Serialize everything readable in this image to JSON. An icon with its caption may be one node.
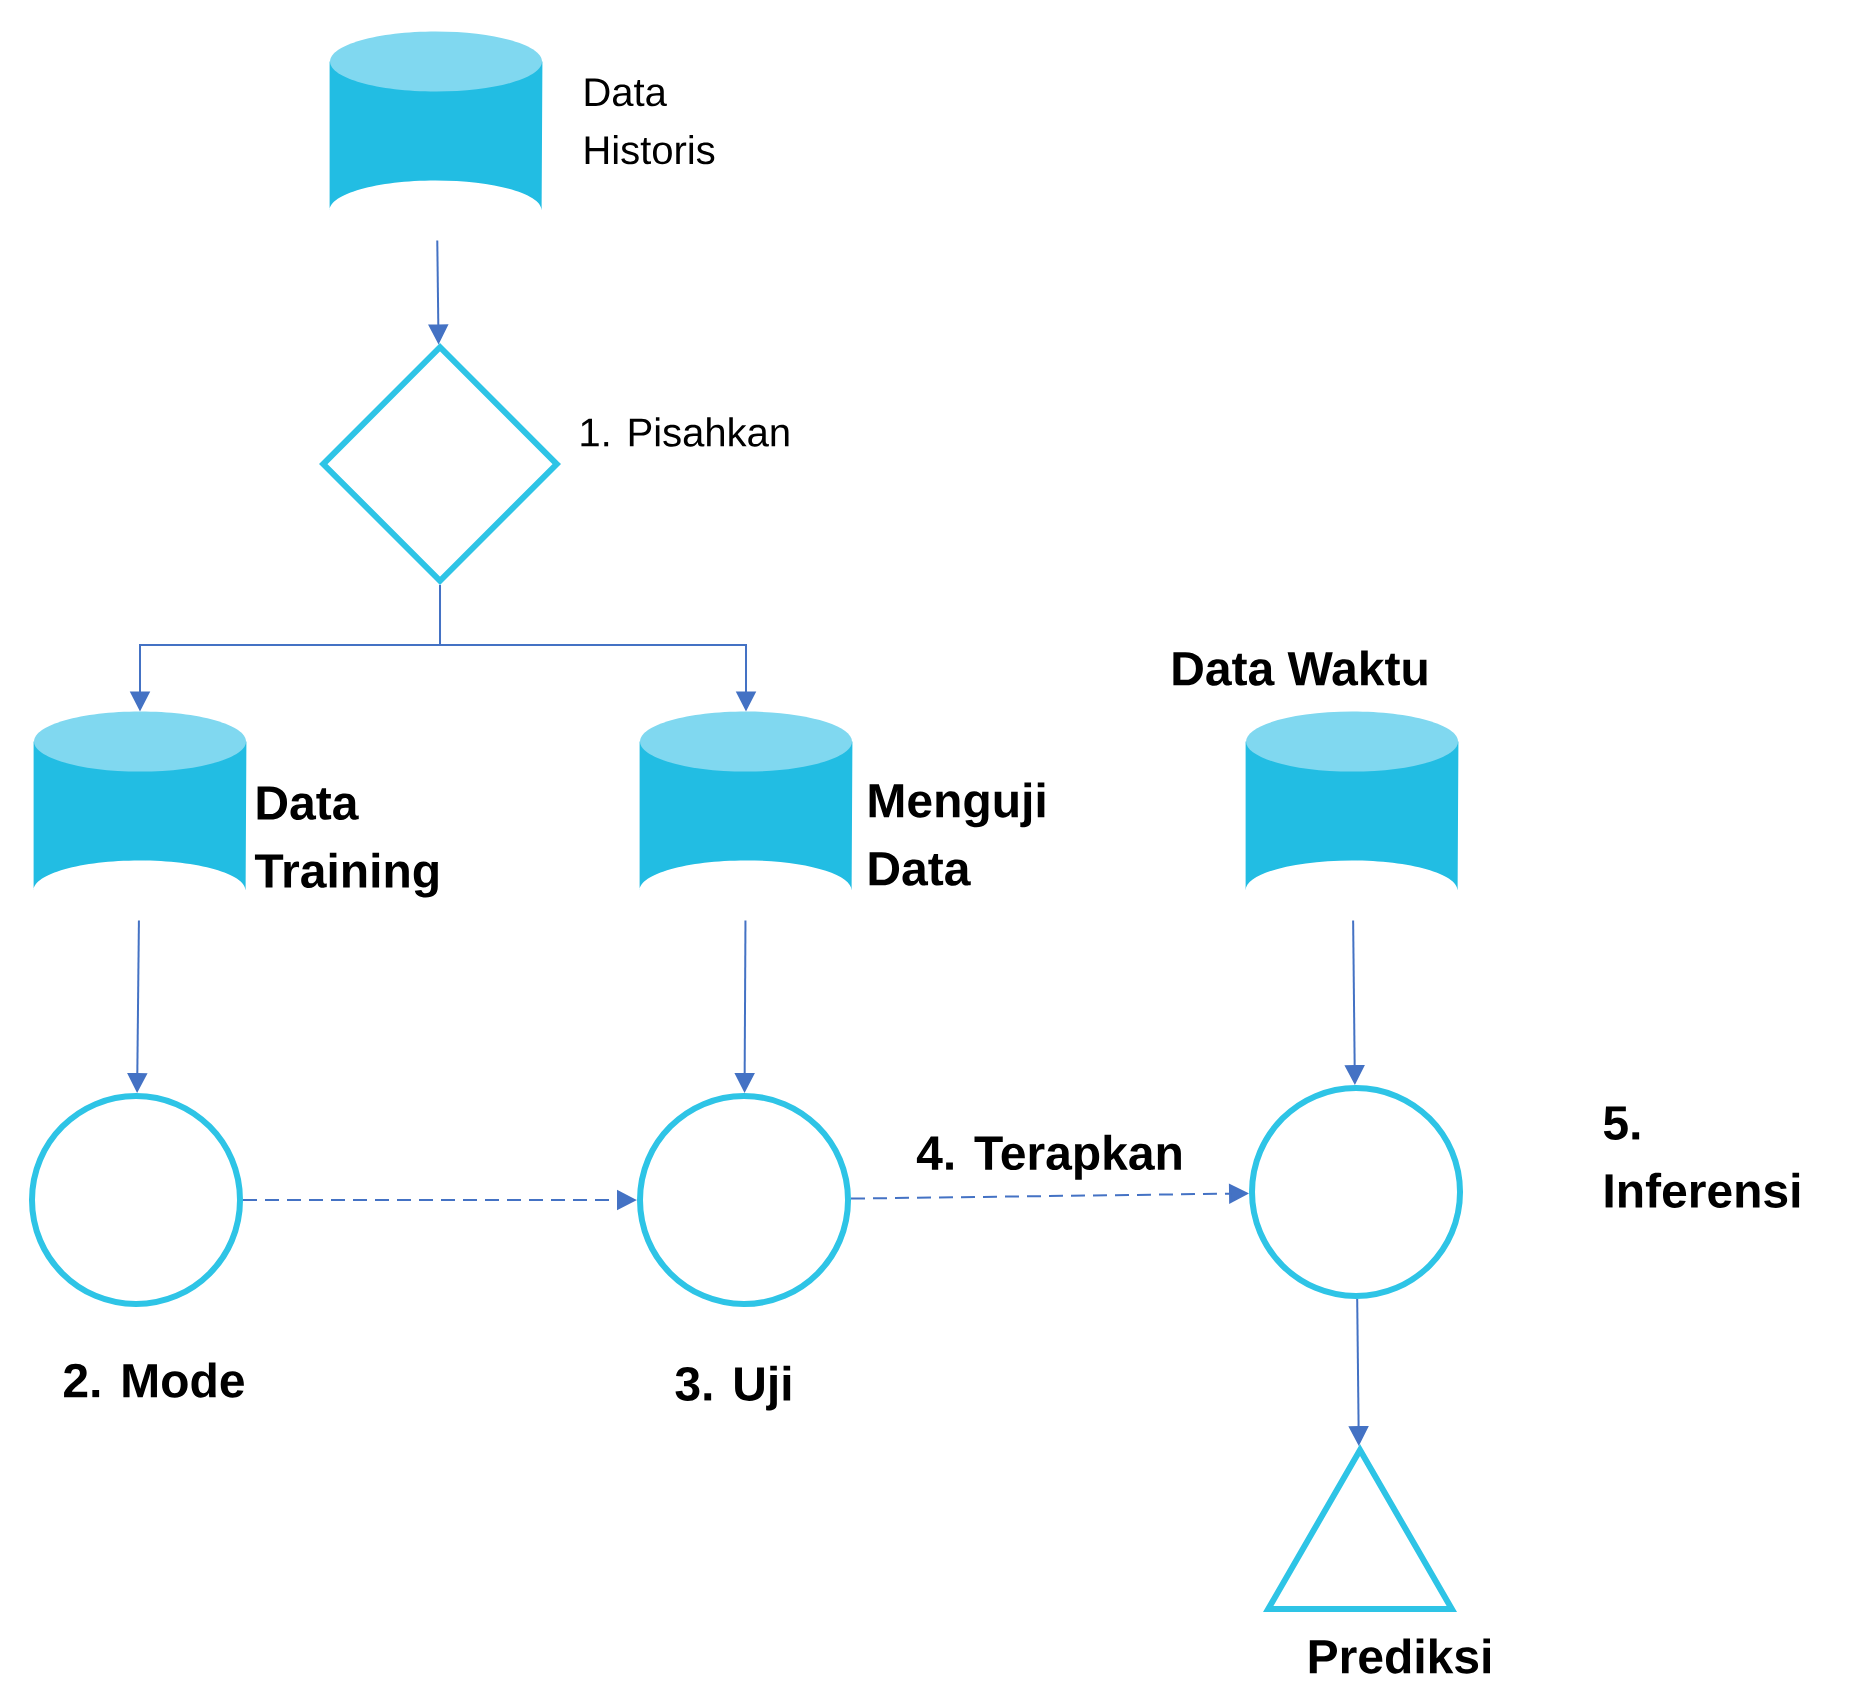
{
  "diagram": {
    "nodes": [
      {
        "text": [
          "Data Historis"
        ]
      },
      {
        "text": [
          "1. Pisahkan"
        ]
      },
      {
        "text": [
          "Data Training"
        ]
      },
      {
        "text": [
          "Menguji Data"
        ]
      },
      {
        "text": [
          "2. Mode"
        ]
      },
      {
        "text": [
          "3. Uji"
        ]
      },
      {
        "text": [
          "Data Waktu"
        ]
      },
      {
        "text": [
          "5. Inferensi"
        ]
      },
      {
        "text": [
          "Prediksi"
        ]
      }
    ],
    "edges": [
      {
        "from": 0,
        "to": 1,
        "arrow": "to"
      },
      {
        "from": 1,
        "to": 2,
        "arrow": "to"
      },
      {
        "from": 1,
        "to": 3,
        "arrow": "to"
      },
      {
        "from": 2,
        "to": 4,
        "arrow": "to"
      },
      {
        "from": 3,
        "to": 5,
        "arrow": "to"
      },
      {
        "from": 4,
        "to": 5,
        "arrow": "to",
        "style": "dashed"
      },
      {
        "from": 5,
        "to": 7,
        "arrow": "to",
        "style": "dashed",
        "label": "4. Terapkan"
      },
      {
        "from": 6,
        "to": 7,
        "arrow": "to"
      },
      {
        "from": 7,
        "to": 8,
        "arrow": "to"
      }
    ]
  }
}
